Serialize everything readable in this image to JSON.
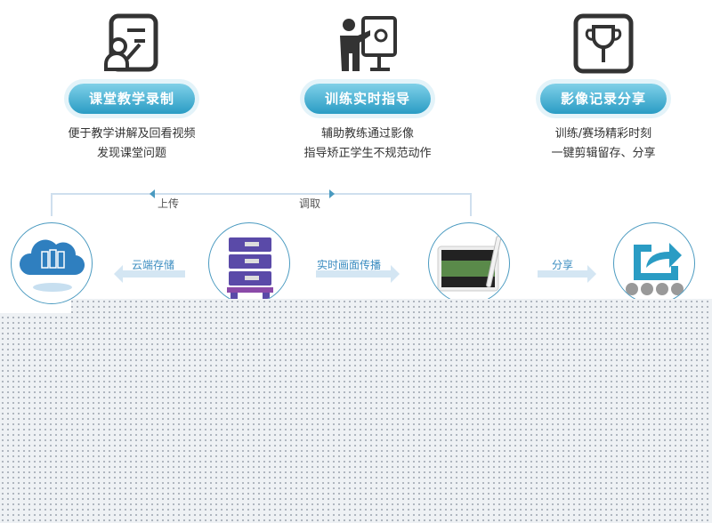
{
  "features": [
    {
      "title": "课堂教学录制",
      "desc": [
        "便于教学讲解及回看视频",
        "发现课堂问题"
      ],
      "icon": "teacher-board-icon"
    },
    {
      "title": "训练实时指导",
      "desc": [
        "辅助教练通过影像",
        "指导矫正学生不规范动作"
      ],
      "icon": "presenter-icon"
    },
    {
      "title": "影像记录分享",
      "desc": [
        "训练/赛场精彩时刻",
        "一键剪辑留存、分享"
      ],
      "icon": "trophy-icon"
    }
  ],
  "bracket": {
    "upload": "上传",
    "retrieve": "调取"
  },
  "flow": {
    "cloud_storage": "云端存储",
    "realtime": "实时画面传播",
    "share": "分享"
  },
  "colors": {
    "accent": "#2a9cc4",
    "arrow": "#d4e6f3",
    "circle": "#4a9ac0"
  }
}
